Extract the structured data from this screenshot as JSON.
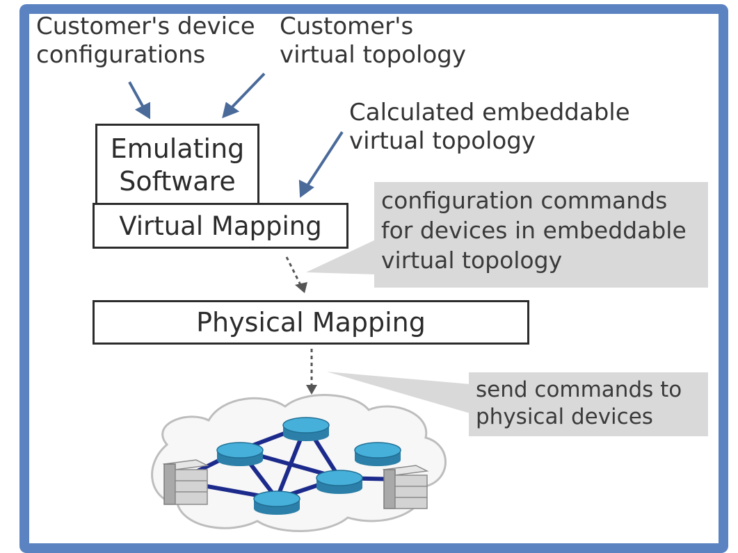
{
  "labels": {
    "device_config": "Customer's device configurations",
    "virtual_topology": "Customer's virtual topology",
    "embeddable": "Calculated embeddable virtual topology"
  },
  "boxes": {
    "emulating": "Emulating Software",
    "virtual_mapping": "Virtual Mapping",
    "physical_mapping": "Physical Mapping"
  },
  "notes": {
    "config_commands": "configuration commands for devices in embeddable virtual topology",
    "send_commands": "send commands to physical devices"
  },
  "colors": {
    "frame": "#5b83c2",
    "arrow": "#4a6a9a",
    "router": "#3fa4cf",
    "link": "#1c2a8c",
    "note": "#d9d9d9"
  },
  "icons": [
    "router-icon",
    "server-icon",
    "cloud-icon"
  ]
}
